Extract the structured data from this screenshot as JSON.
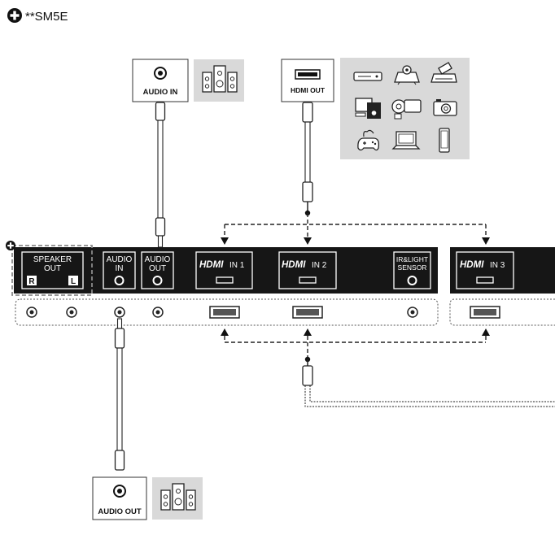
{
  "header": {
    "model": "**SM5E"
  },
  "top_devices": {
    "audio_in_label": "AUDIO IN",
    "hdmi_out_label": "HDMI OUT"
  },
  "bottom_device": {
    "audio_out_label": "AUDIO OUT"
  },
  "panel": {
    "speaker_out": {
      "line1": "SPEAKER",
      "line2": "OUT",
      "right": "R",
      "left": "L"
    },
    "audio_in": {
      "line1": "AUDIO",
      "line2": "IN"
    },
    "audio_out": {
      "line1": "AUDIO",
      "line2": "OUT"
    },
    "hdmi_logo": "HDMI",
    "hdmi_in_1": "IN 1",
    "hdmi_in_2": "IN 2",
    "hdmi_in_3": "IN 3",
    "ir_sensor": {
      "line1": "IR&LIGHT",
      "line2": "SENSOR"
    }
  },
  "icons": [
    "dvd-player-icon",
    "projector-icon",
    "set-top-box-icon",
    "pc-icon",
    "camcorder-icon",
    "camera-icon",
    "game-controller-icon",
    "laptop-icon",
    "smartphone-icon",
    "speaker-set-icon",
    "plus-circle-icon"
  ]
}
